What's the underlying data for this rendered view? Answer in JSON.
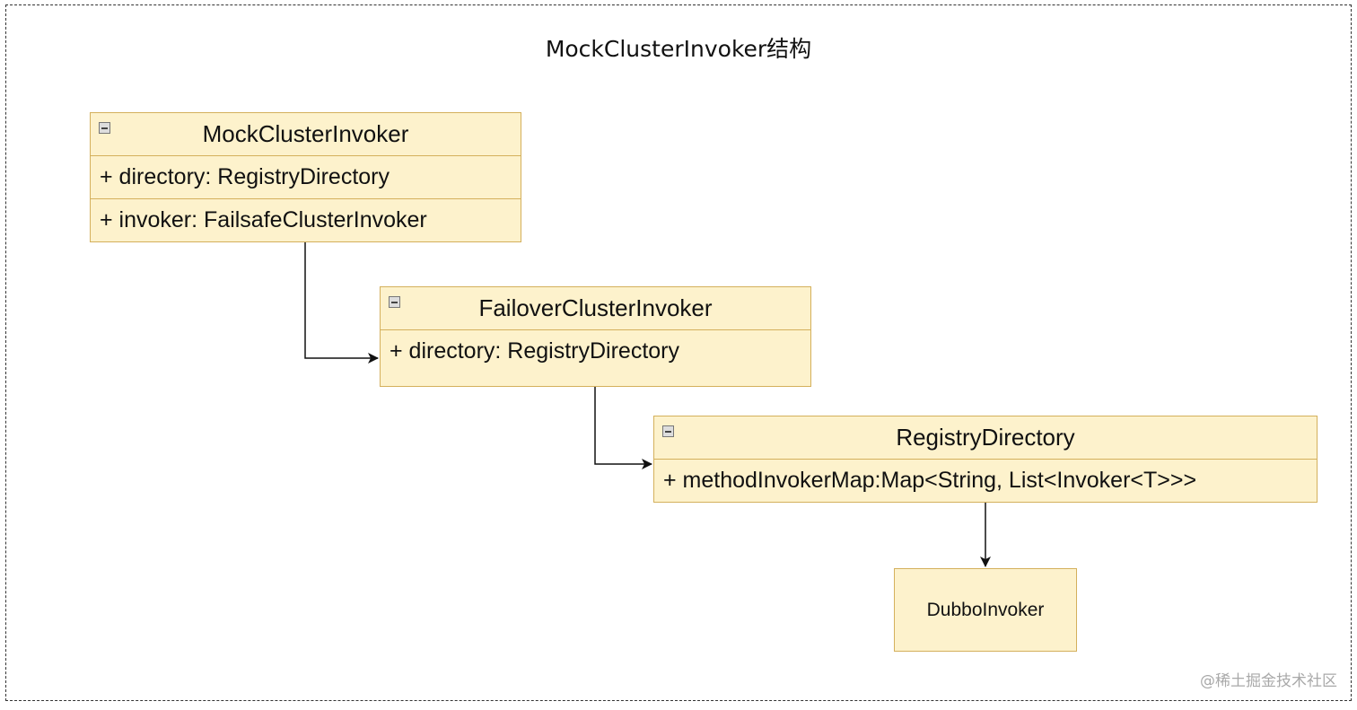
{
  "title": "MockClusterInvoker结构",
  "nodes": {
    "mock": {
      "name": "MockClusterInvoker",
      "fields": [
        "+ directory: RegistryDirectory",
        "+ invoker: FailsafeClusterInvoker"
      ]
    },
    "failover": {
      "name": "FailoverClusterInvoker",
      "fields": [
        "+ directory: RegistryDirectory"
      ]
    },
    "registry": {
      "name": "RegistryDirectory",
      "fields": [
        "+ methodInvokerMap:Map<String, List<Invoker<T>>>"
      ]
    },
    "dubbo": {
      "name": "DubboInvoker"
    }
  },
  "edges": [
    {
      "from": "MockClusterInvoker",
      "to": "FailoverClusterInvoker"
    },
    {
      "from": "FailoverClusterInvoker",
      "to": "RegistryDirectory"
    },
    {
      "from": "RegistryDirectory",
      "to": "DubboInvoker"
    }
  ],
  "watermark": "@稀土掘金技术社区",
  "colors": {
    "node_fill": "#fdf2cc",
    "node_border": "#d4b05c"
  }
}
